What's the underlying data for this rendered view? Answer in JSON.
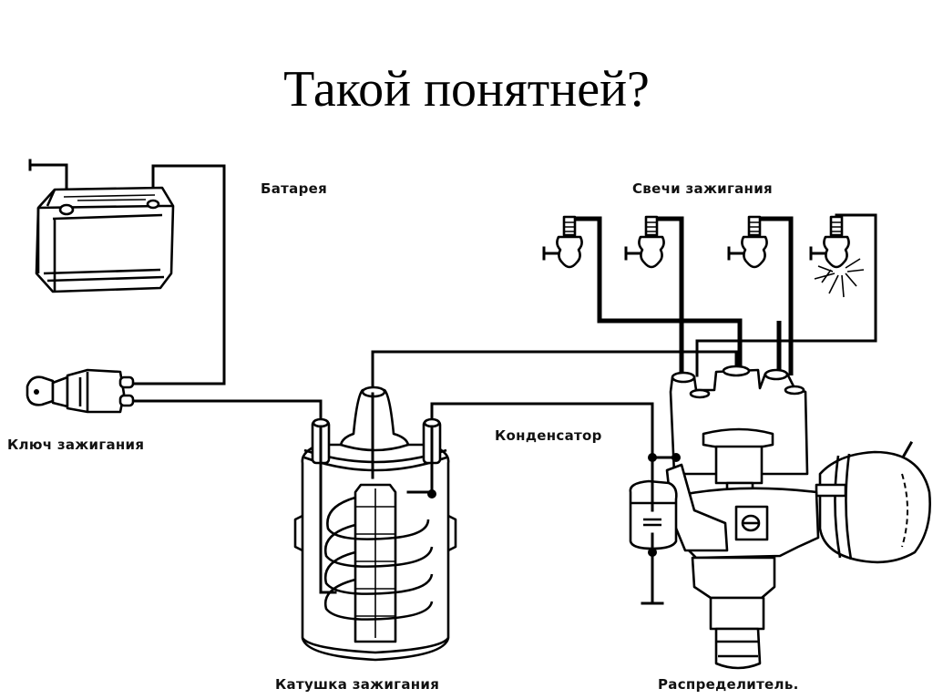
{
  "slide": {
    "title": "Такой понятней?"
  },
  "diagram": {
    "subject": "ignition system wiring",
    "labels": {
      "battery": "Батарея",
      "spark_plugs": "Свечи зажигания",
      "ignition_key": "Ключ зажигания",
      "condenser": "Конденсатор",
      "ignition_coil": "Катушка зажигания",
      "distributor": "Распределитель."
    },
    "components": [
      {
        "id": "battery",
        "icon": "battery-icon"
      },
      {
        "id": "ignition_key",
        "icon": "ignition-key-icon"
      },
      {
        "id": "ignition_coil",
        "icon": "ignition-coil-icon"
      },
      {
        "id": "condenser",
        "icon": "condenser-icon"
      },
      {
        "id": "distributor",
        "icon": "distributor-icon"
      },
      {
        "id": "spark_plug_1",
        "icon": "spark-plug-icon",
        "sparking": false
      },
      {
        "id": "spark_plug_2",
        "icon": "spark-plug-icon",
        "sparking": false
      },
      {
        "id": "spark_plug_3",
        "icon": "spark-plug-icon",
        "sparking": false
      },
      {
        "id": "spark_plug_4",
        "icon": "spark-plug-icon",
        "sparking": true
      }
    ],
    "spark_plug_count": 4
  }
}
